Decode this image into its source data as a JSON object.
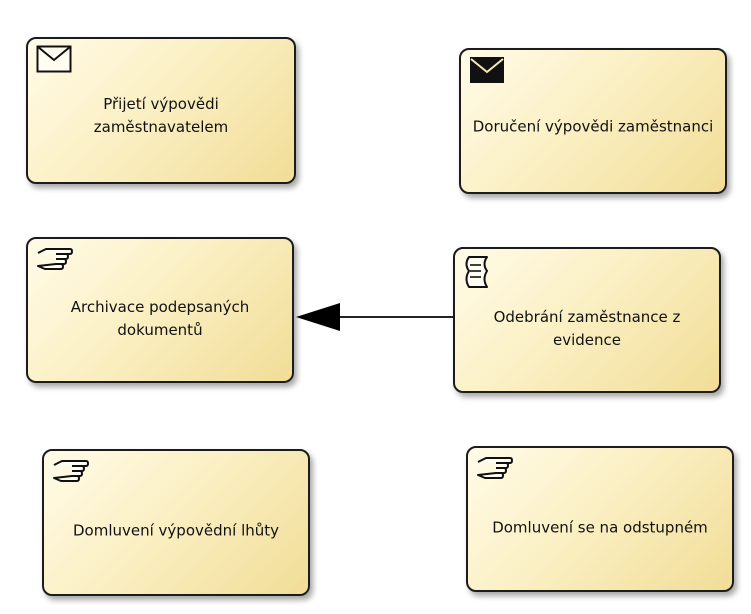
{
  "diagram": {
    "tasks": [
      {
        "label": "Přijetí výpovědi zaměstnavatelem",
        "icon": "envelope-outline-icon"
      },
      {
        "label": "Doručení výpovědi zaměstnanci",
        "icon": "envelope-filled-icon"
      },
      {
        "label": "Archivace podepsaných dokumentů",
        "icon": "manual-hand-icon"
      },
      {
        "label": "Odebrání zaměstnance z evidence",
        "icon": "script-scroll-icon"
      },
      {
        "label": "Domluvení výpovědní lhůty",
        "icon": "manual-hand-icon"
      },
      {
        "label": "Domluvení se na odstupném",
        "icon": "manual-hand-icon"
      }
    ],
    "connections": [
      {
        "from": "Odebrání zaměstnance z evidence",
        "to": "Archivace podepsaných dokumentů",
        "arrow": "filled-triangle"
      }
    ],
    "colors": {
      "task_fill_light": "#fffbe8",
      "task_fill_dark": "#f1dd97",
      "border": "#1c1c1c"
    }
  }
}
